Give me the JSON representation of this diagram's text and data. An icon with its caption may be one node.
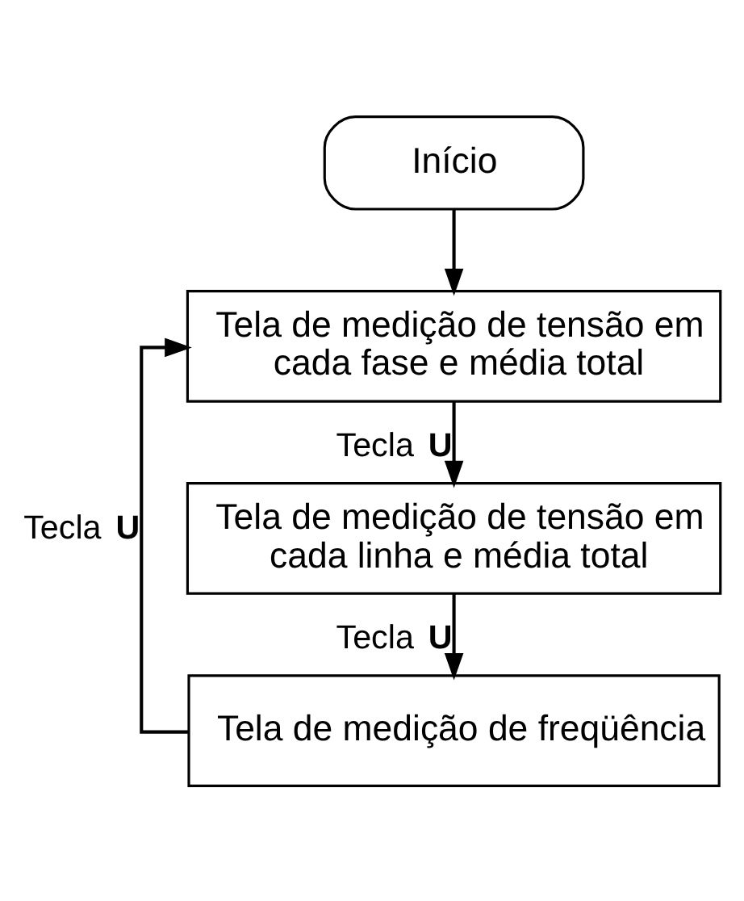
{
  "diagram": {
    "nodes": [
      {
        "text": [
          "Início"
        ]
      },
      {
        "text": [
          "Tela de medição de tensão em cada fase e média total"
        ]
      },
      {
        "text": [
          "Tela de medição de tensão em cada linha e média total"
        ]
      },
      {
        "text": [
          "Tela de medição de freqüência"
        ]
      }
    ],
    "edges": [
      {
        "from": 0,
        "to": 1,
        "arrow": "to"
      },
      {
        "from": 1,
        "to": 2,
        "arrow": "to",
        "label": "Tecla **U**"
      },
      {
        "from": 2,
        "to": 3,
        "arrow": "to",
        "label": "Tecla **U**"
      },
      {
        "from": 3,
        "to": 1,
        "arrow": "to",
        "label": "Tecla **U**"
      }
    ]
  }
}
